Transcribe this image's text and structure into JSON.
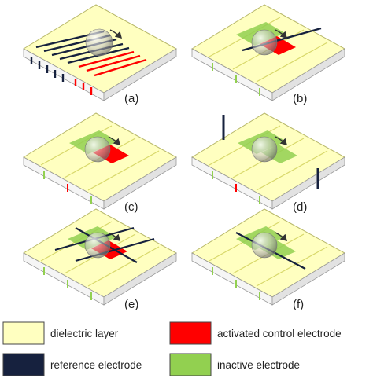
{
  "colors": {
    "dielectric": "#ffffc0",
    "dielectric_stroke": "#b8b86a",
    "activated": "#ff0000",
    "reference": "#16213e",
    "inactive": "#92d050",
    "slab_side": "#e6e6e6",
    "slab_front": "#f5f5f5"
  },
  "panels": [
    {
      "label": "(a)"
    },
    {
      "label": "(b)"
    },
    {
      "label": "(c)"
    },
    {
      "label": "(d)"
    },
    {
      "label": "(e)"
    },
    {
      "label": "(f)"
    }
  ],
  "legend": [
    {
      "key": "dielectric",
      "label": "dielectric layer"
    },
    {
      "key": "activated",
      "label": "activated control electrode"
    },
    {
      "key": "reference",
      "label": "reference electrode"
    },
    {
      "key": "inactive",
      "label": "inactive electrode"
    }
  ]
}
